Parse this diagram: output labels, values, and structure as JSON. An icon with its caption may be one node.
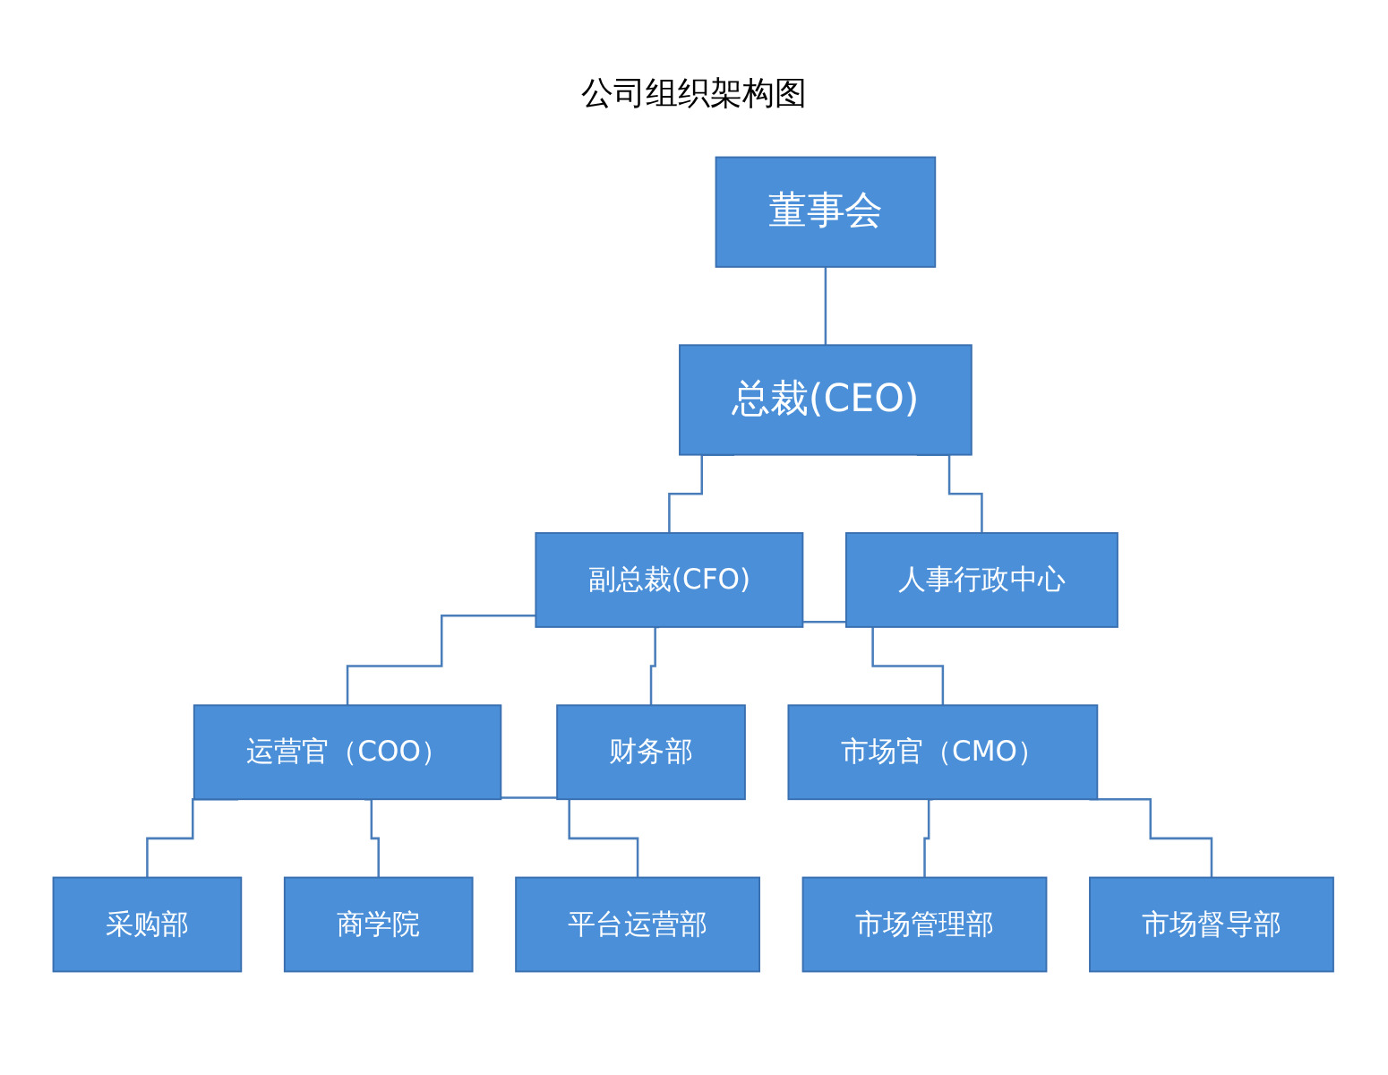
{
  "diagram": {
    "title": "公司组织架构图",
    "nodes": [
      {
        "text": [
          "董事会"
        ]
      },
      {
        "text": [
          "总裁(CEO)"
        ]
      },
      {
        "text": [
          "副总裁(CFO)"
        ]
      },
      {
        "text": [
          "人事行政中心"
        ]
      },
      {
        "text": [
          "运营官（COO）"
        ]
      },
      {
        "text": [
          "财务部"
        ]
      },
      {
        "text": [
          "市场官（CMO）"
        ]
      },
      {
        "text": [
          "采购部"
        ]
      },
      {
        "text": [
          "商学院"
        ]
      },
      {
        "text": [
          "平台运营部"
        ]
      },
      {
        "text": [
          "市场管理部"
        ]
      },
      {
        "text": [
          "市场督导部"
        ]
      }
    ],
    "edges": [
      {
        "from": 0,
        "to": 1,
        "arrow": "none"
      },
      {
        "from": 1,
        "to": 2,
        "arrow": "none"
      },
      {
        "from": 1,
        "to": 3,
        "arrow": "none"
      },
      {
        "from": 2,
        "to": 4,
        "arrow": "none"
      },
      {
        "from": 2,
        "to": 5,
        "arrow": "none"
      },
      {
        "from": 2,
        "to": 6,
        "arrow": "none"
      },
      {
        "from": 4,
        "to": 7,
        "arrow": "none"
      },
      {
        "from": 4,
        "to": 8,
        "arrow": "none"
      },
      {
        "from": 4,
        "to": 9,
        "arrow": "none"
      },
      {
        "from": 6,
        "to": 10,
        "arrow": "none"
      },
      {
        "from": 6,
        "to": 11,
        "arrow": "none"
      }
    ]
  }
}
